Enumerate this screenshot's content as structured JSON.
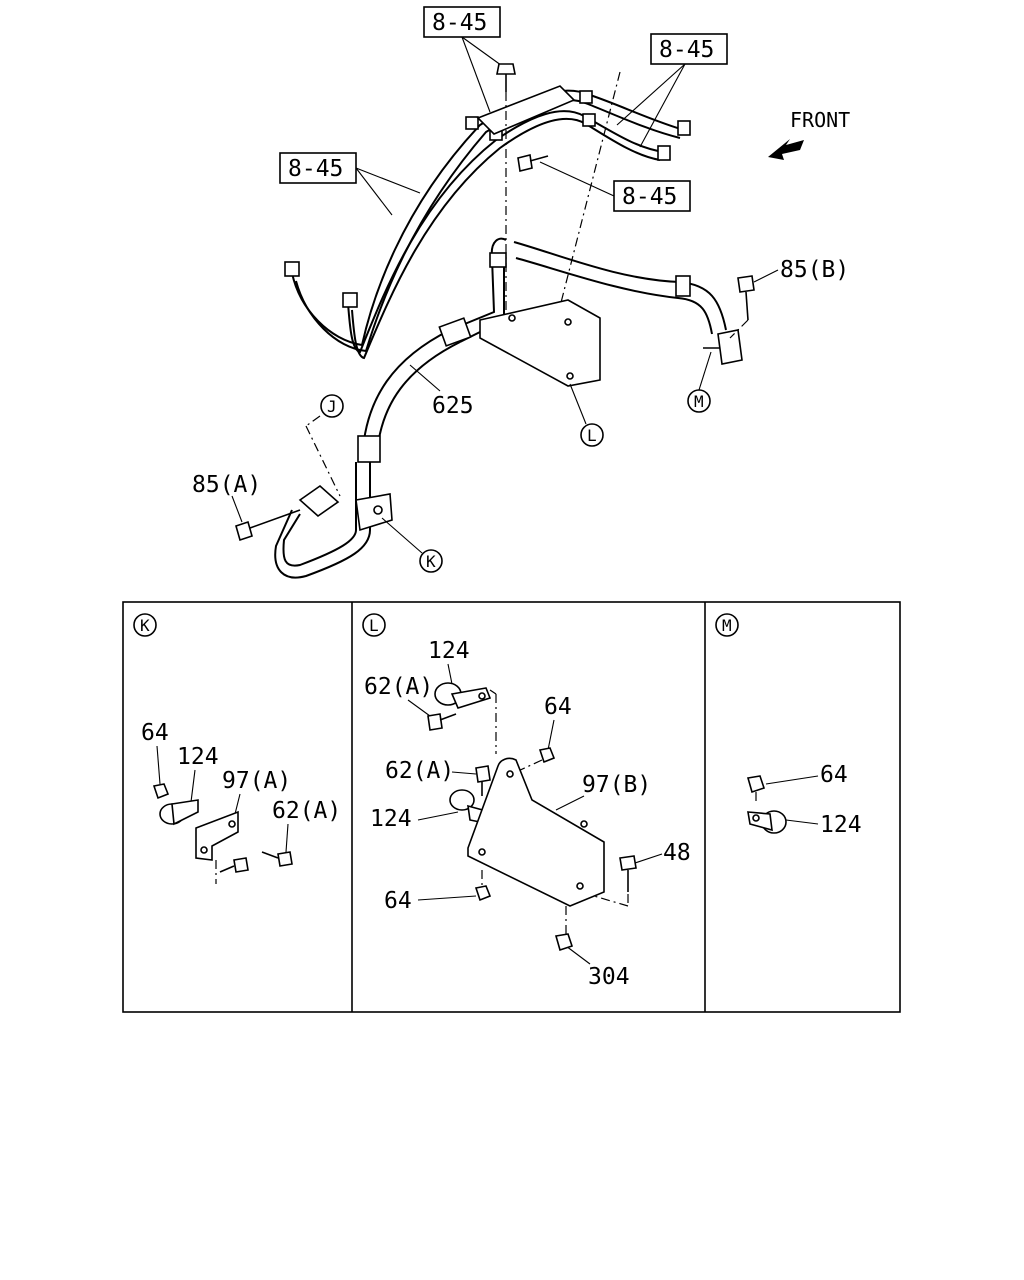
{
  "front_label": "FRONT",
  "ref_8_45": "8-45",
  "parts": {
    "p625": "625",
    "p85A": "85(A)",
    "p85B": "85(B)",
    "p64": "64",
    "p124": "124",
    "p97A": "97(A)",
    "p97B": "97(B)",
    "p62A": "62(A)",
    "p48": "48",
    "p304": "304"
  },
  "markers": {
    "J": "J",
    "K": "K",
    "L": "L",
    "M": "M"
  }
}
